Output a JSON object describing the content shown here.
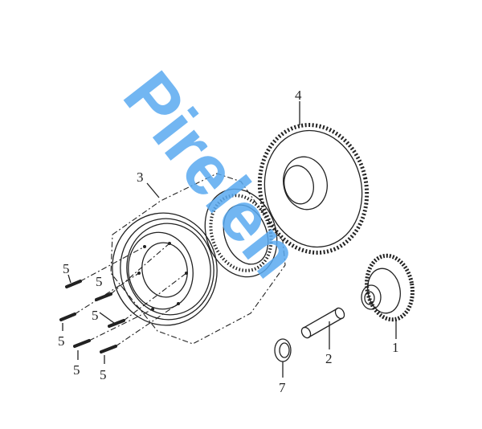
{
  "diagram": {
    "callouts": [
      {
        "id": "part-1",
        "label": "1"
      },
      {
        "id": "part-2",
        "label": "2"
      },
      {
        "id": "part-3",
        "label": "3"
      },
      {
        "id": "part-4",
        "label": "4"
      },
      {
        "id": "part-5a",
        "label": "5"
      },
      {
        "id": "part-5b",
        "label": "5"
      },
      {
        "id": "part-5c",
        "label": "5"
      },
      {
        "id": "part-5d",
        "label": "5"
      },
      {
        "id": "part-5e",
        "label": "5"
      },
      {
        "id": "part-5f",
        "label": "5"
      },
      {
        "id": "part-7",
        "label": "7"
      }
    ],
    "watermark": "Pirelen",
    "colors": {
      "line": "#222222",
      "watermark": "#5aaaf0"
    }
  }
}
